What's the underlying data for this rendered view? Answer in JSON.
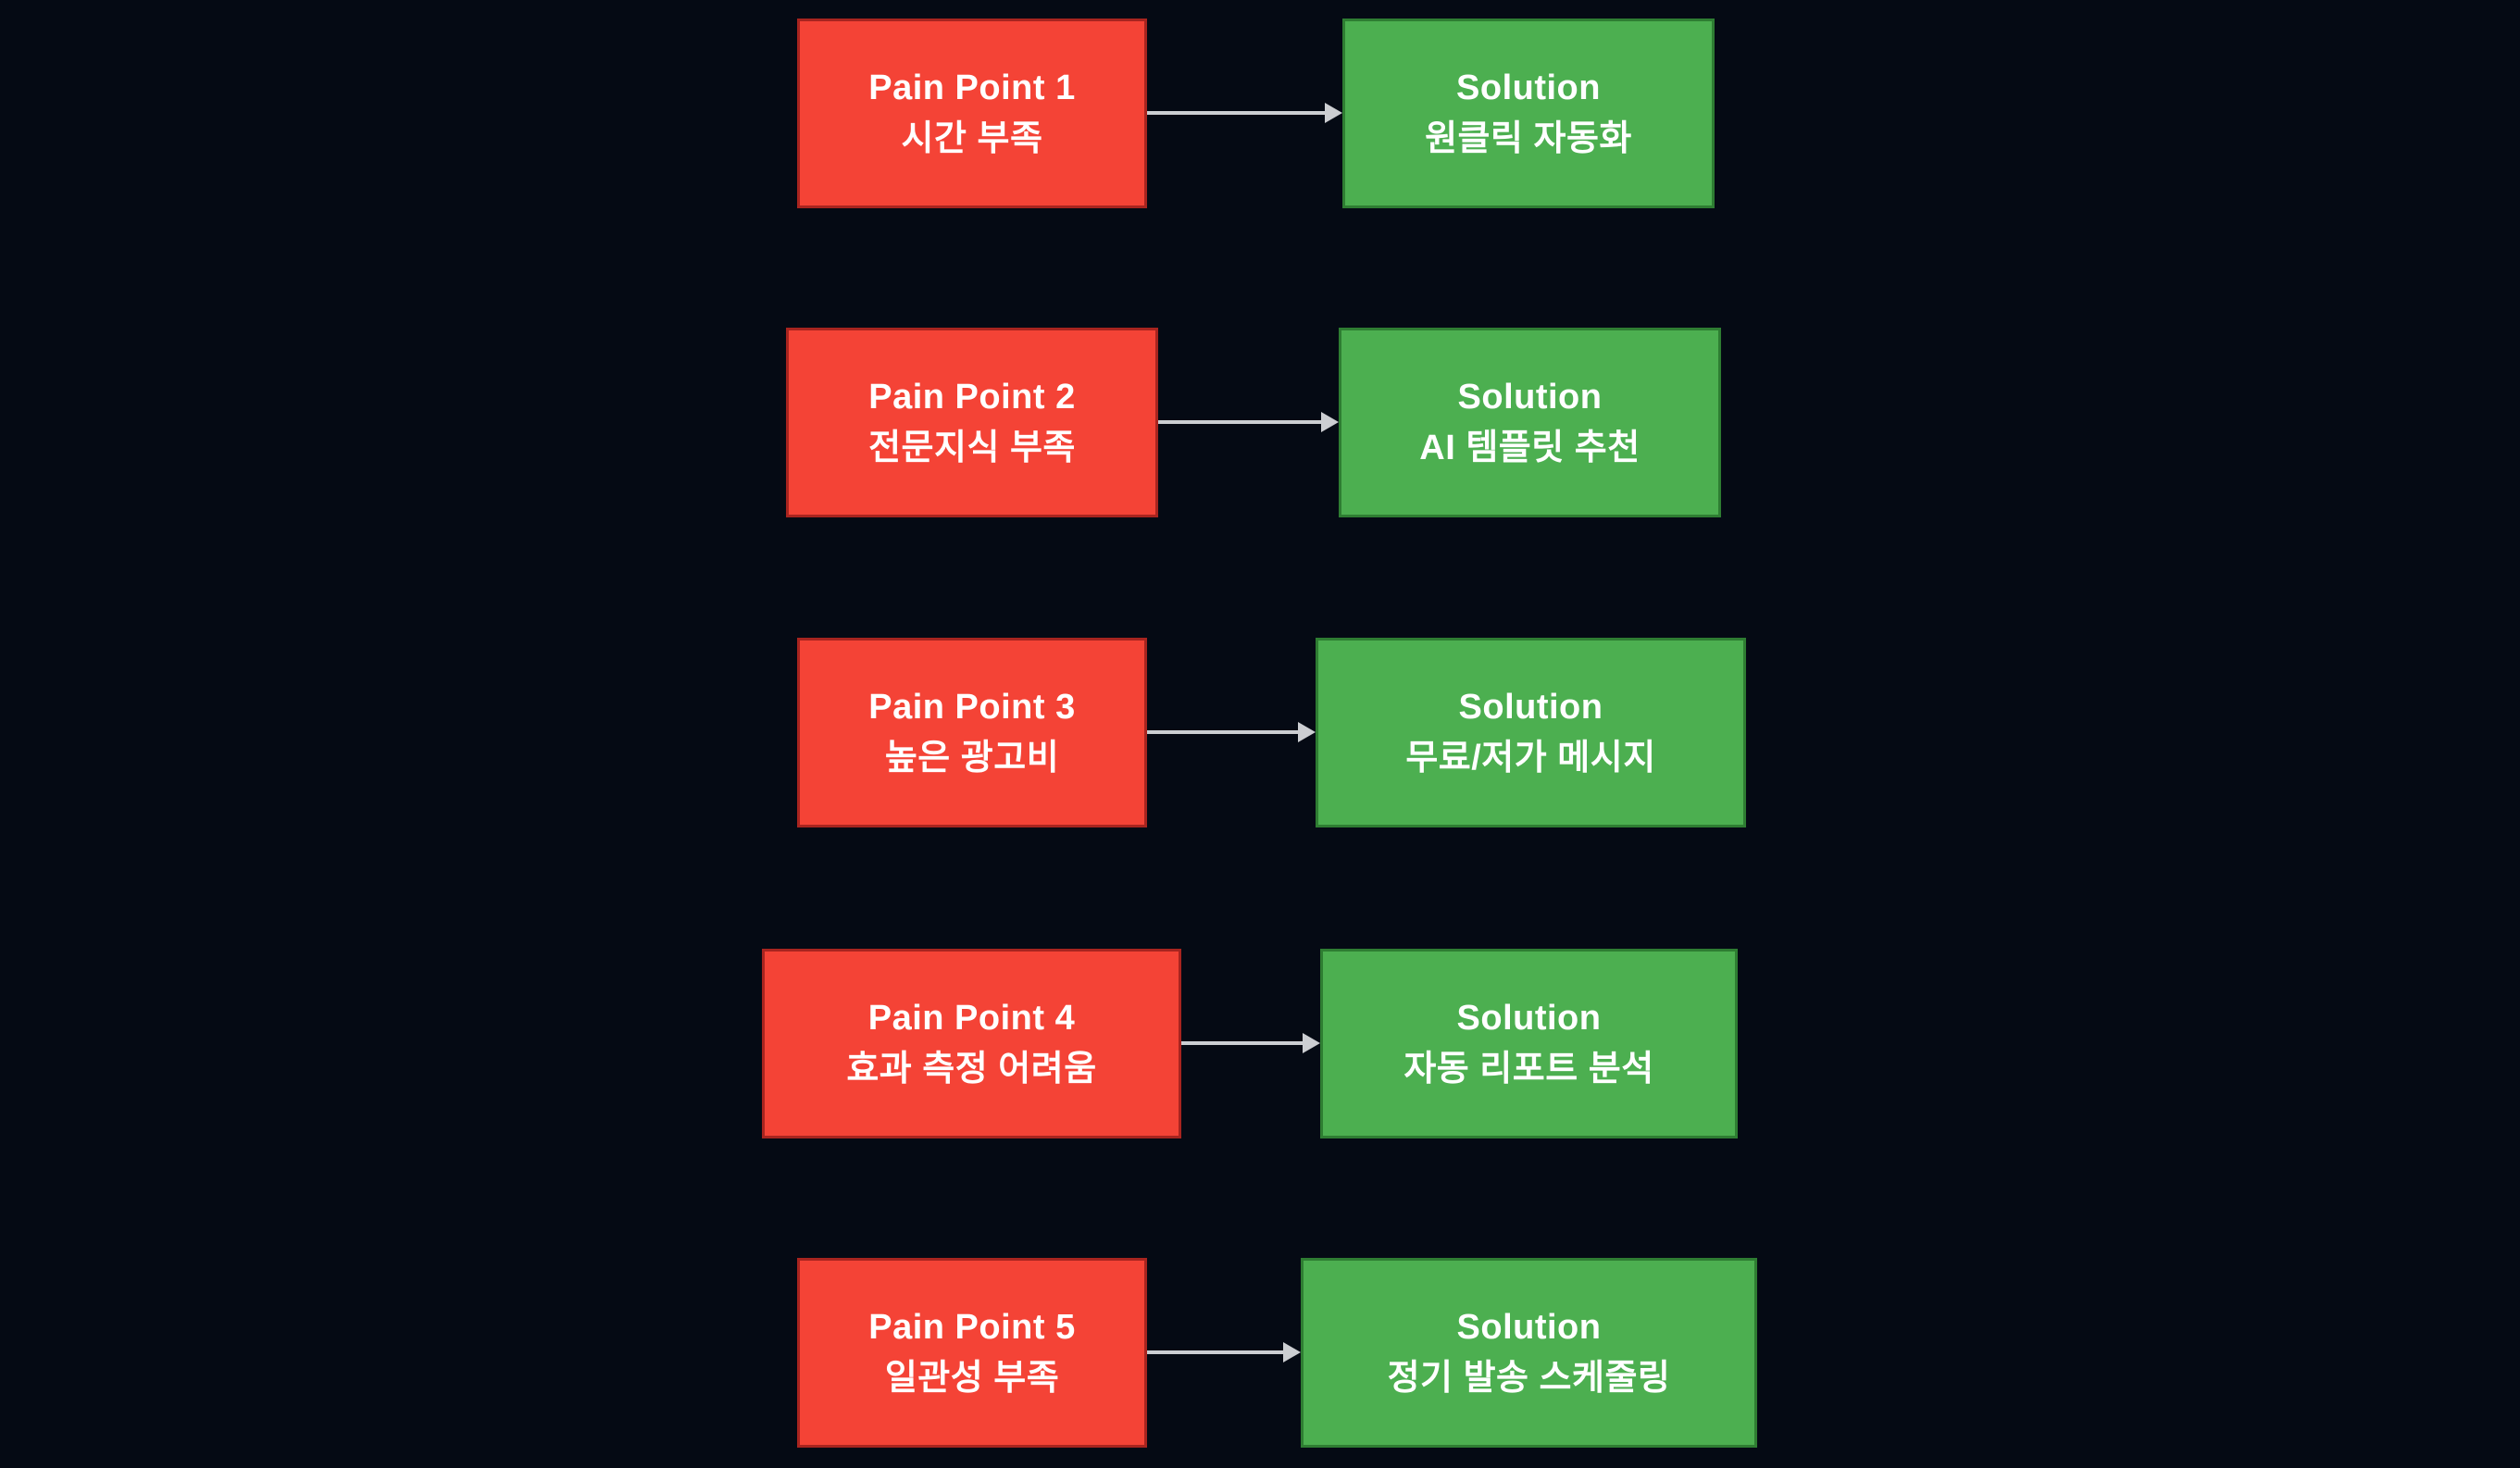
{
  "colors": {
    "background": "#050a14",
    "pain_fill": "#f44336",
    "pain_border": "#a8241f",
    "solution_fill": "#4caf50",
    "solution_border": "#2e7d32",
    "arrow": "#ccced2",
    "text": "#ffffff"
  },
  "rows": [
    {
      "pain": {
        "line1": "Pain Point 1",
        "line2": "시간 부족"
      },
      "solution": {
        "line1": "Solution",
        "line2": "원클릭 자동화"
      }
    },
    {
      "pain": {
        "line1": "Pain Point 2",
        "line2": "전문지식 부족"
      },
      "solution": {
        "line1": "Solution",
        "line2": "AI 템플릿 추천"
      }
    },
    {
      "pain": {
        "line1": "Pain Point 3",
        "line2": "높은 광고비"
      },
      "solution": {
        "line1": "Solution",
        "line2": "무료/저가 메시지"
      }
    },
    {
      "pain": {
        "line1": "Pain Point 4",
        "line2": "효과 측정 어려움"
      },
      "solution": {
        "line1": "Solution",
        "line2": "자동 리포트 분석"
      }
    },
    {
      "pain": {
        "line1": "Pain Point 5",
        "line2": "일관성 부족"
      },
      "solution": {
        "line1": "Solution",
        "line2": "정기 발송 스케줄링"
      }
    }
  ]
}
